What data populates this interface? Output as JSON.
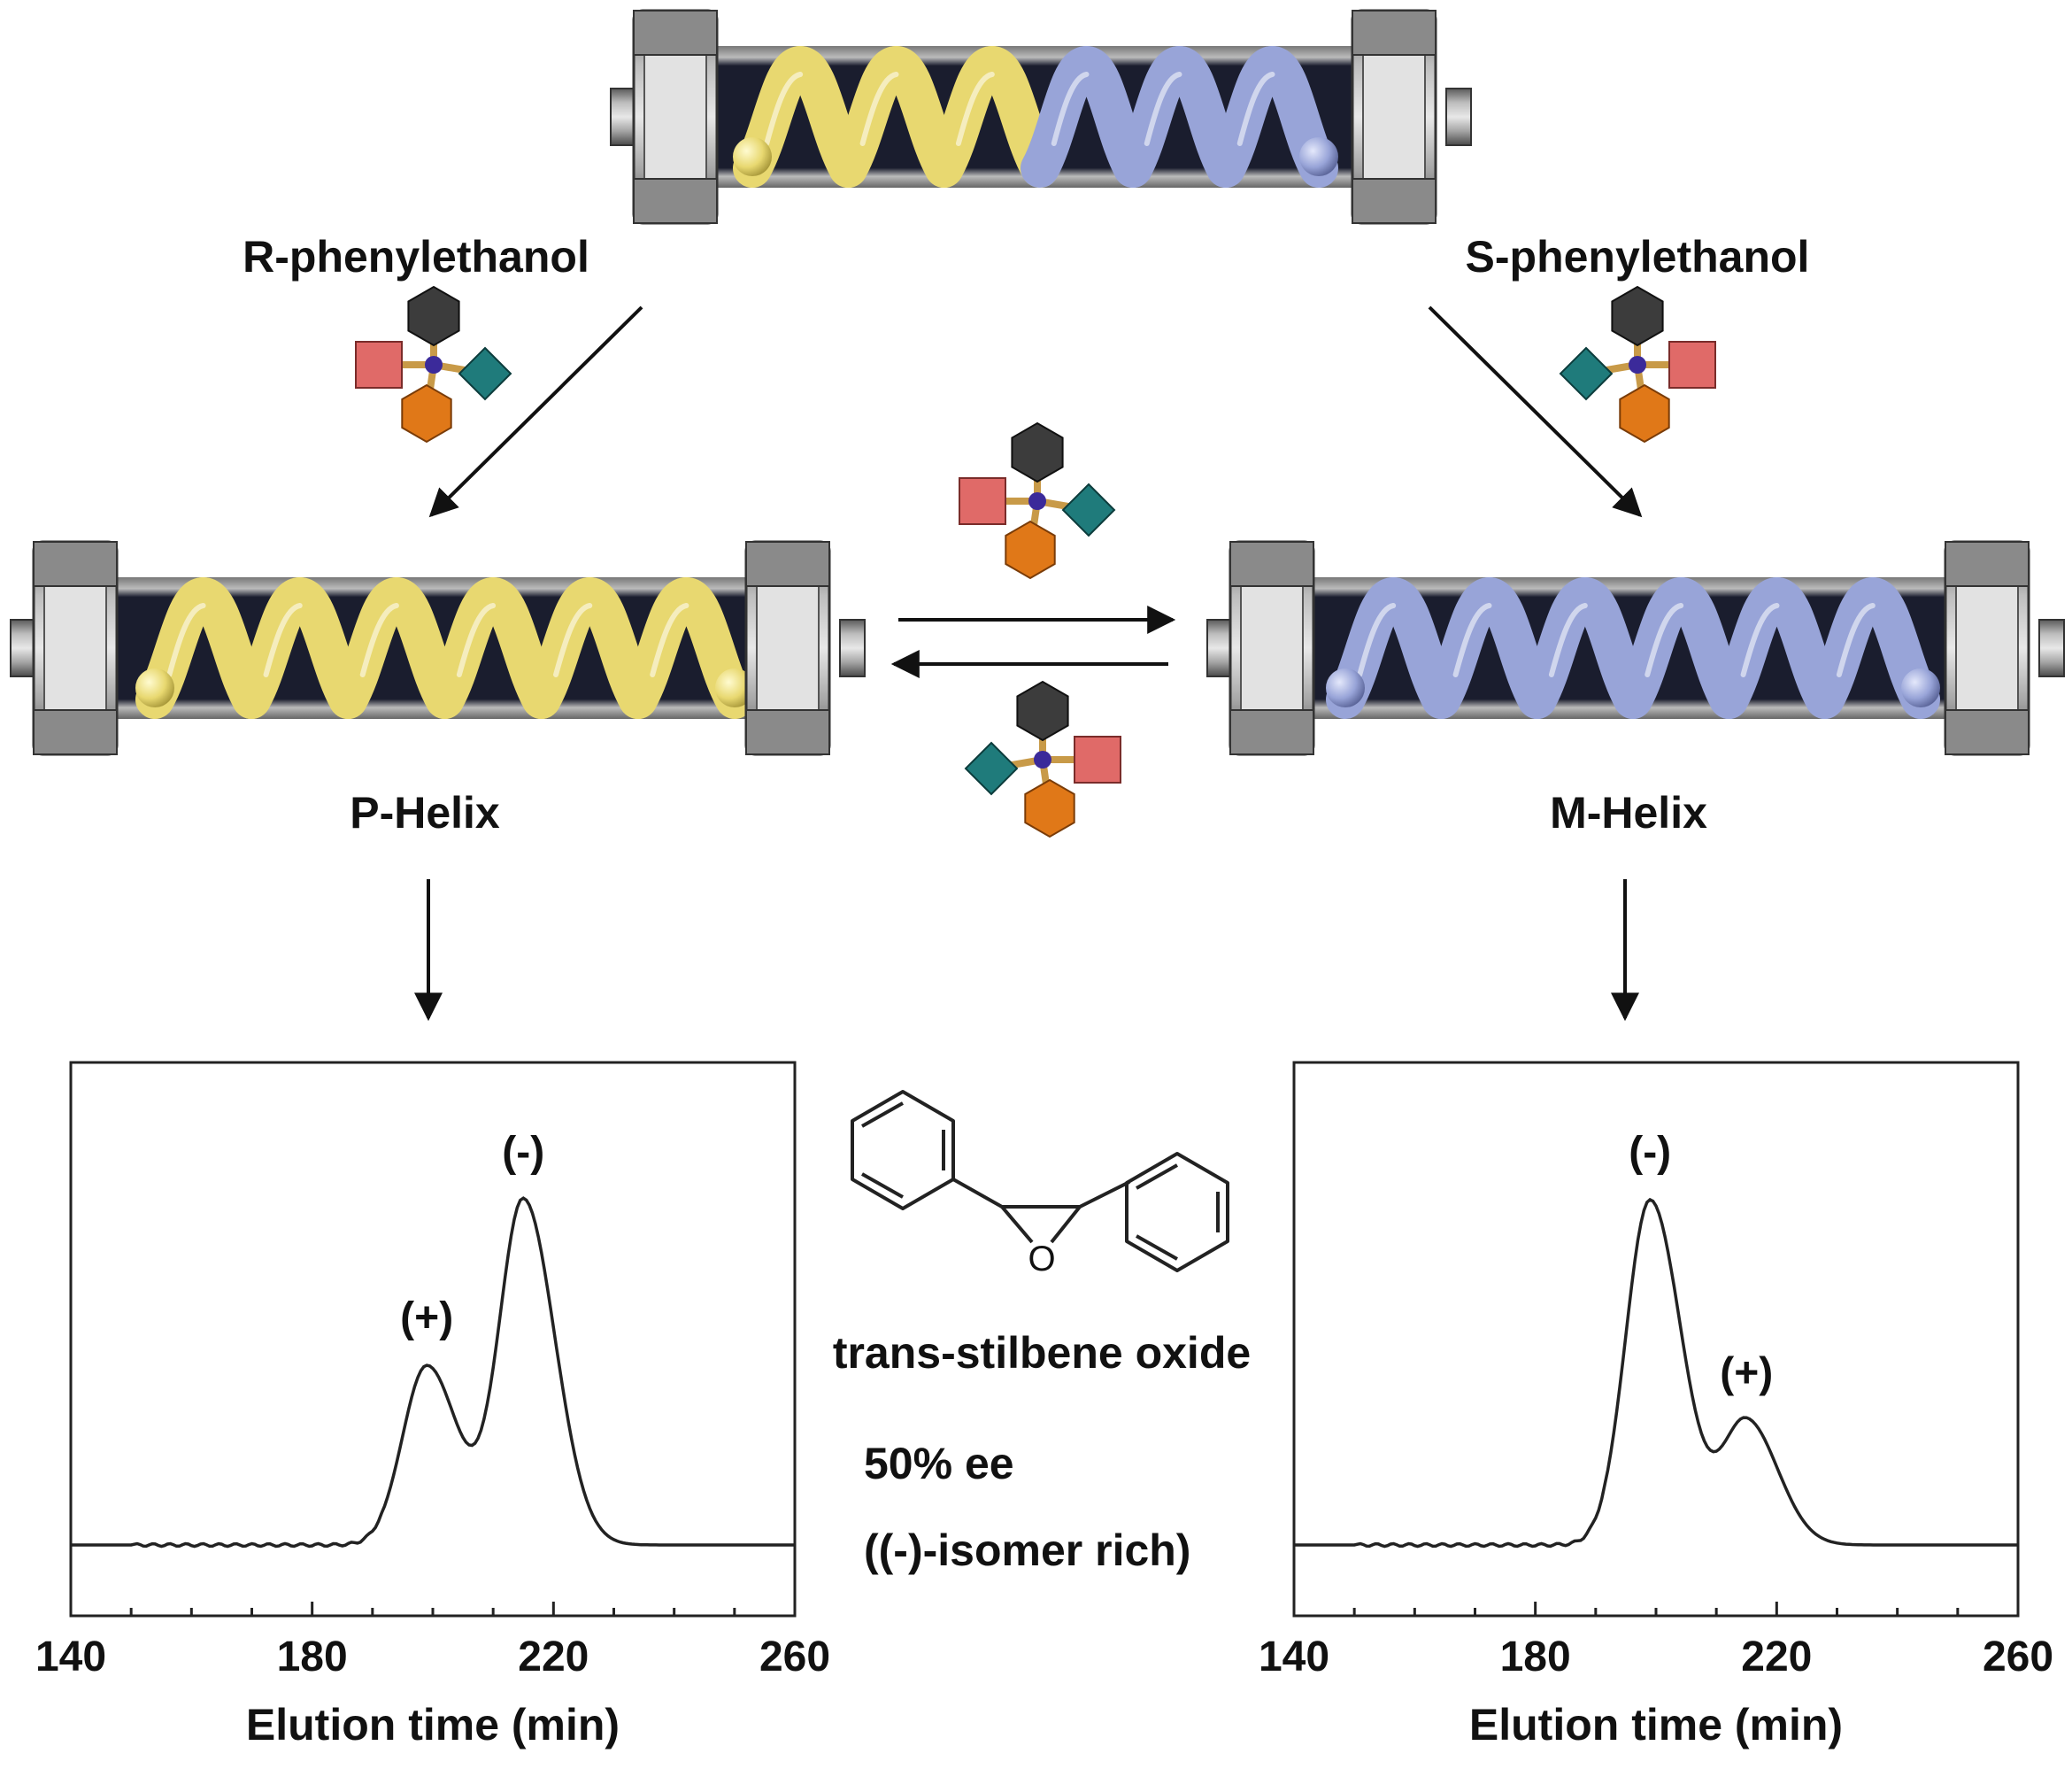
{
  "labels": {
    "r_phenylethanol": "R-phenylethanol",
    "s_phenylethanol": "S-phenylethanol",
    "p_helix": "P-Helix",
    "m_helix": "M-Helix",
    "compound": "trans-stilbene oxide",
    "ee": "50% ee",
    "isomer": "((-)-isomer rich)",
    "epoxide_atom": "O"
  },
  "colors": {
    "p_helix": "#e8d870",
    "m_helix": "#98a4d8",
    "column_steel": "#8a8a8a",
    "column_interior": "#0c0f1e",
    "polyhedron_black": "#3c3c3c",
    "polyhedron_red": "#e06a68",
    "polyhedron_teal": "#1f7b7b",
    "polyhedron_orange": "#e07818"
  },
  "chart_data": [
    {
      "type": "line",
      "name": "p-helix-chromatogram",
      "xlabel": "Elution time (min)",
      "ylabel": "",
      "xlim": [
        140,
        260
      ],
      "xticks": [
        140,
        180,
        220,
        260
      ],
      "peaks": [
        {
          "label": "(+)",
          "time": 199,
          "height": 0.52
        },
        {
          "label": "(-)",
          "time": 215,
          "height": 1.0
        }
      ]
    },
    {
      "type": "line",
      "name": "m-helix-chromatogram",
      "xlabel": "Elution time (min)",
      "ylabel": "",
      "xlim": [
        140,
        260
      ],
      "xticks": [
        140,
        180,
        220,
        260
      ],
      "peaks": [
        {
          "label": "(-)",
          "time": 199,
          "height": 1.0
        },
        {
          "label": "(+)",
          "time": 215,
          "height": 0.36
        }
      ]
    }
  ]
}
